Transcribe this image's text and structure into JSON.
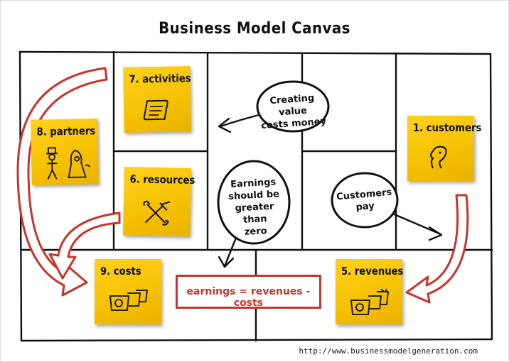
{
  "title": "Business Model Canvas",
  "notes": {
    "activities": "7. activities",
    "partners": "8. partners",
    "resources": "6. resources",
    "customers": "1. customers",
    "costs": "9. costs",
    "revenues": "5. revenues"
  },
  "bubbles": {
    "value_costs": "Creating value\ncosts money",
    "earnings": "Earnings\nshould be\ngreater than\nzero",
    "customers_pay": "Customers\npay"
  },
  "formula": "earnings = revenues - costs",
  "url": "http://www.businessmodelgeneration.com",
  "colors": {
    "note": "#f7c500",
    "arrow": "#c8352a",
    "ink": "#111111"
  },
  "icons": [
    "scroll-icon",
    "people-icon",
    "tools-icon",
    "face-icon",
    "money-icon"
  ]
}
